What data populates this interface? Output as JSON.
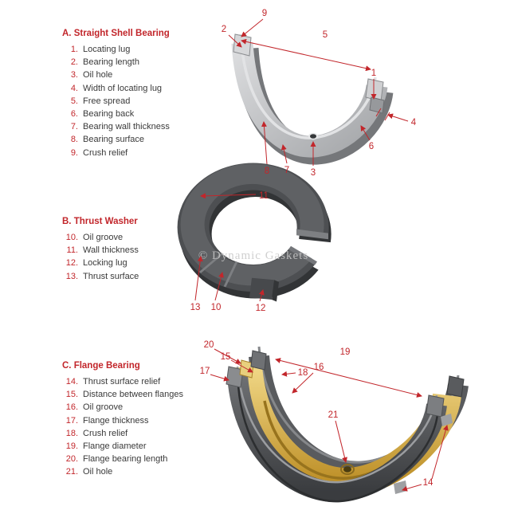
{
  "watermark": "© Dynamic Gaskets",
  "colors": {
    "accent": "#c2262b",
    "label_text": "#3a3a3a",
    "steel_light": "#d6d7d9",
    "steel_mid": "#8e9093",
    "steel_dark": "#55575a",
    "washer_gray": "#4d4f52",
    "flange_gray": "#3a3c3f",
    "bearing_gold": "#d9b957",
    "watermark_gray": "#c8c8c8"
  },
  "legend": {
    "sections": [
      {
        "title": "A. Straight Shell Bearing",
        "items": [
          {
            "num": "1.",
            "label": "Locating lug"
          },
          {
            "num": "2.",
            "label": "Bearing length"
          },
          {
            "num": "3.",
            "label": "Oil hole"
          },
          {
            "num": "4.",
            "label": "Width of locating lug"
          },
          {
            "num": "5.",
            "label": "Free spread"
          },
          {
            "num": "6.",
            "label": "Bearing back"
          },
          {
            "num": "7.",
            "label": "Bearing wall thickness"
          },
          {
            "num": "8.",
            "label": "Bearing surface"
          },
          {
            "num": "9.",
            "label": "Crush relief"
          }
        ]
      },
      {
        "title": "B. Thrust Washer",
        "items": [
          {
            "num": "10.",
            "label": "Oil groove"
          },
          {
            "num": "11.",
            "label": "Wall thickness"
          },
          {
            "num": "12.",
            "label": "Locking lug"
          },
          {
            "num": "13.",
            "label": "Thrust surface"
          }
        ]
      },
      {
        "title": "C. Flange Bearing",
        "items": [
          {
            "num": "14.",
            "label": "Thrust surface relief"
          },
          {
            "num": "15.",
            "label": "Distance between flanges"
          },
          {
            "num": "16.",
            "label": "Oil groove"
          },
          {
            "num": "17.",
            "label": "Flange thickness"
          },
          {
            "num": "18.",
            "label": "Crush relief"
          },
          {
            "num": "19.",
            "label": "Flange diameter"
          },
          {
            "num": "20.",
            "label": "Flange bearing length"
          },
          {
            "num": "21.",
            "label": "Oil hole"
          }
        ]
      }
    ]
  },
  "callouts": {
    "c1": "1",
    "c2": "2",
    "c3": "3",
    "c4": "4",
    "c5": "5",
    "c6": "6",
    "c7": "7",
    "c8": "8",
    "c9": "9",
    "c10": "10",
    "c11": "11",
    "c12": "12",
    "c13": "13",
    "c14": "14",
    "c15": "15",
    "c16": "16",
    "c17": "17",
    "c18": "18",
    "c19": "19",
    "c20": "20",
    "c21": "21"
  }
}
